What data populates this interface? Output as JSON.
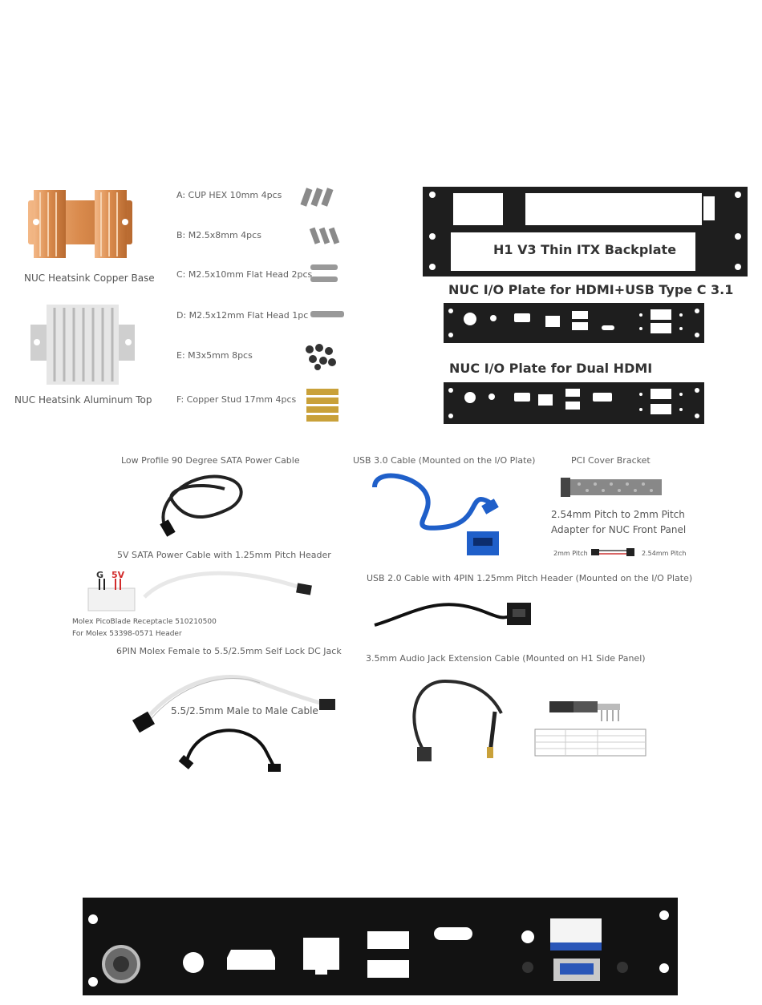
{
  "heatsinks": {
    "copper_label": "NUC Heatsink Copper Base",
    "aluminum_label": "NUC Heatsink Aluminum Top"
  },
  "screws": [
    {
      "label": "A: CUP HEX 10mm 4pcs"
    },
    {
      "label": "B: M2.5x8mm 4pcs"
    },
    {
      "label": "C: M2.5x10mm Flat Head 2pcs"
    },
    {
      "label": "D: M2.5x12mm Flat Head 1pc"
    },
    {
      "label": "E: M3x5mm 8pcs"
    },
    {
      "label": "F: Copper Stud 17mm 4pcs"
    }
  ],
  "plates": {
    "backplate_label": "H1 V3 Thin ITX Backplate",
    "io_hdmi_usbc_title": "NUC I/O Plate for HDMI+USB Type C 3.1",
    "io_dual_hdmi_title": "NUC I/O Plate for Dual HDMI"
  },
  "cables": {
    "sata_low_profile": "Low Profile 90 Degree SATA Power Cable",
    "usb3": "USB 3.0 Cable (Mounted on the I/O Plate)",
    "pci_cover": "PCI Cover Bracket",
    "adapter_line1": "2.54mm Pitch to 2mm Pitch",
    "adapter_line2": "Adapter for NUC Front Panel",
    "adapter_2mm": "2mm Pitch",
    "adapter_254mm": "2.54mm Pitch",
    "sata_5v": "5V SATA Power Cable with 1.25mm Pitch Header",
    "usb2": "USB 2.0 Cable with 4PIN 1.25mm Pitch Header (Mounted on the I/O Plate)",
    "molex_g": "G",
    "molex_5v": "5V",
    "molex_line1": "Molex PicoBlade Receptacle 510210500",
    "molex_line2": "For Molex 53398-0571 Header",
    "dc_jack": "6PIN Molex Female to 5.5/2.5mm Self Lock DC Jack",
    "male_male": "5.5/2.5mm Male to Male Cable",
    "audio": "3.5mm Audio Jack Extension Cable (Mounted on H1 Side Panel)"
  },
  "colors": {
    "copper": "#d98a4c",
    "aluminum": "#d8d8d8",
    "plate": "#1e1e1e",
    "usb_blue": "#1f5fc9",
    "red_wire": "#d22b2b"
  }
}
